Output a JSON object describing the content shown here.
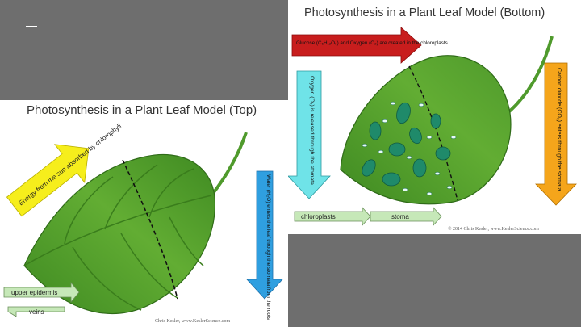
{
  "top_panel": {
    "title": "Photosynthesis in a Plant Leaf Model (Top)",
    "sun_arrow_label": "Energy from the sun absorbed by chlorophyll",
    "water_arrow_label": "Water (H₂O) enters the leaf through the stomata from the roots",
    "key_upper_epidermis": "upper epidermis",
    "key_veins": "veins",
    "credit": "Chris Kesler, www.KeslerScience.com"
  },
  "bottom_panel": {
    "title": "Photosynthesis in a Plant Leaf Model (Bottom)",
    "glucose_arrow_label": "Glucose (C₆H₁₂O₆) and Oxygen (O₂) are created in the chloroplasts",
    "oxygen_arrow_label": "Oxygen (O₂) is released through the stomata",
    "co2_arrow_label": "Carbon dioxide (CO₂) enters through the stomata",
    "key_chloroplasts": "chloroplasts",
    "key_stoma": "stoma",
    "credit": "© 2014 Chris Kesler, www.KeslerScience.com"
  },
  "colors": {
    "slide_grey": "#6e6e6e",
    "leaf_green": "#4f9a2c",
    "leaf_light": "#7cc142",
    "sun_arrow": "#f6ee1c",
    "water_arrow": "#2f9fe0",
    "glucose_arrow": "#c81d1d",
    "oxygen_arrow": "#6fe3e8",
    "co2_arrow": "#f5a51b",
    "key_arrow": "#c6e8b8"
  }
}
